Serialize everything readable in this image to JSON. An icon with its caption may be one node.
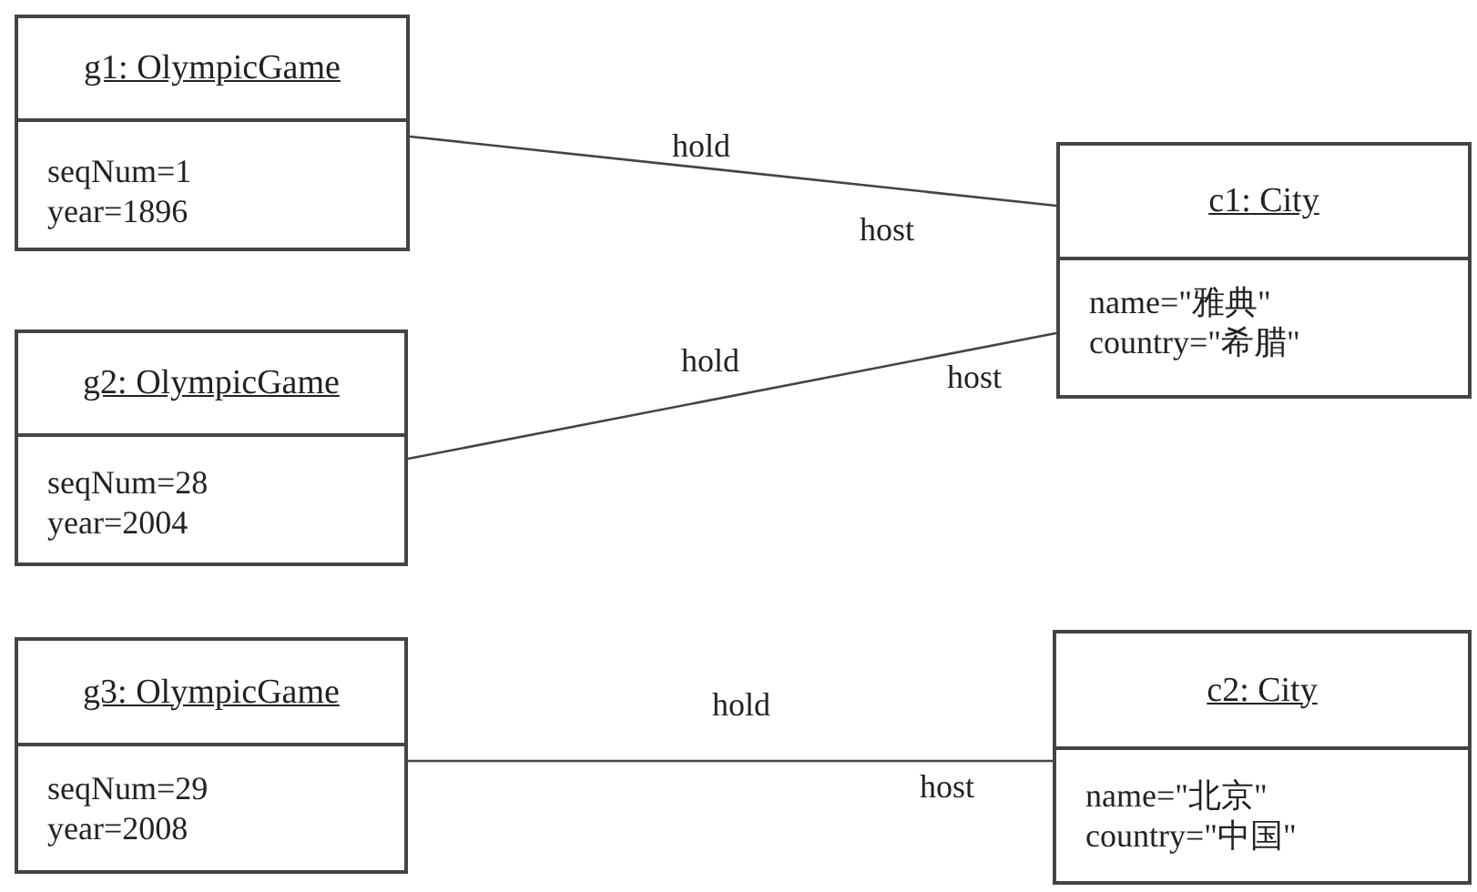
{
  "diagram": {
    "nodes": [
      {
        "text": [
          "g1: OlympicGame",
          "seqNum=1",
          "year=1896"
        ]
      },
      {
        "text": [
          "g2: OlympicGame",
          "seqNum=28",
          "year=2004"
        ]
      },
      {
        "text": [
          "c1: City",
          "name=\"雅典\"",
          "country=\"希腊\""
        ]
      },
      {
        "text": [
          "g3: OlympicGame",
          "seqNum=29",
          "year=2008"
        ]
      },
      {
        "text": [
          "c2: City",
          "name=\"北京\"",
          "country=\"中国\""
        ]
      }
    ],
    "edges": [
      {
        "from": 0,
        "to": 2,
        "arrow": "none",
        "label": "hold"
      },
      {
        "from": 1,
        "to": 2,
        "arrow": "none",
        "label": "hold"
      },
      {
        "from": 3,
        "to": 4,
        "arrow": "none",
        "label": "hold"
      }
    ],
    "labels": [
      "host",
      "host",
      "host"
    ]
  }
}
